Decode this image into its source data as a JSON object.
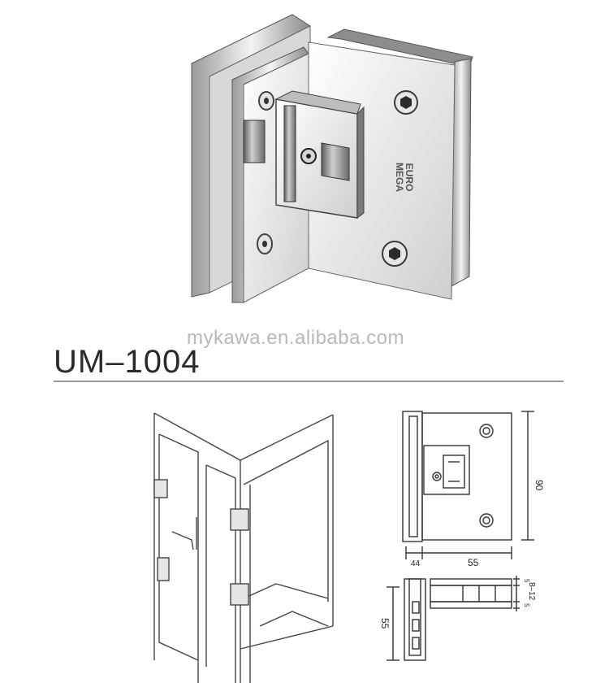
{
  "product": {
    "model": "UM–1004",
    "watermark": "mykawa.en.alibaba.com",
    "brand_line1": "EURO",
    "brand_line2": "MEGA"
  },
  "dimensions": {
    "height": "90",
    "width": "55",
    "offset": "44",
    "depth": "55",
    "glass_thickness": "8–12",
    "small_a": "5",
    "small_b": "5"
  },
  "colors": {
    "metal_light": "#f2f2f2",
    "metal_mid": "#c9c9c9",
    "metal_dark": "#6e6e6e",
    "line": "#333333",
    "divider": "#9a9a9a"
  },
  "icons": [
    "hex-socket-screw-icon",
    "hinge-knuckle-icon"
  ]
}
